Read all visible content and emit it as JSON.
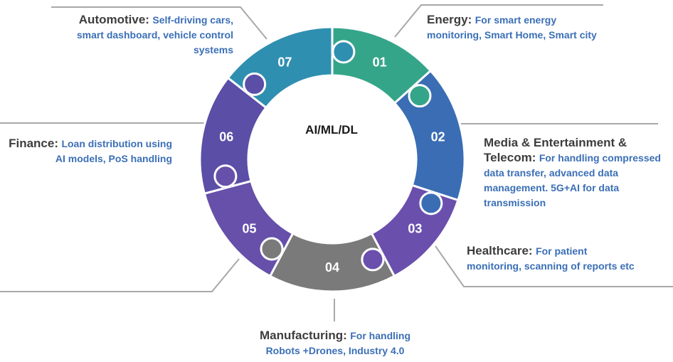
{
  "center": {
    "title": "AI/ML/DL"
  },
  "segments": [
    {
      "num": "01",
      "head": "Energy:",
      "desc": "For smart energy monitoring, Smart Home, Smart city",
      "color": "#35a58a"
    },
    {
      "num": "02",
      "head": "Media & Entertainment & Telecom:",
      "desc": "For handling compressed data transfer, advanced data management. 5G+AI for data transmission",
      "color": "#3a6db4"
    },
    {
      "num": "03",
      "head": "Healthcare:",
      "desc": "For patient monitoring, scanning of reports etc",
      "color": "#6a4fad"
    },
    {
      "num": "04",
      "head": "Manufacturing:",
      "desc": "For handling Robots +Drones, Industry 4.0",
      "color": "#7a7a7a"
    },
    {
      "num": "05",
      "head": "Finance:",
      "desc": "Loan distribution using AI models, PoS handling",
      "color": "#6650aa"
    },
    {
      "num": "06",
      "head": "",
      "desc": "",
      "color": "#5a4ea6"
    },
    {
      "num": "07",
      "head": "Automotive:",
      "desc": "Self-driving cars, smart dashboard, vehicle control systems",
      "color": "#2f8fb0"
    }
  ],
  "labels": {
    "energy": {
      "head": "Energy:",
      "desc": "For smart energy monitoring, Smart Home, Smart city"
    },
    "media": {
      "head": "Media & Entertainment & Telecom:",
      "desc": "For handling compressed data transfer, advanced data management. 5G+AI for data transmission"
    },
    "healthcare": {
      "head": "Healthcare:",
      "desc": "For patient monitoring, scanning of reports etc"
    },
    "manufacturing": {
      "head": "Manufacturing:",
      "desc": "For handling Robots +Drones, Industry 4.0"
    },
    "finance": {
      "head": "Finance:",
      "desc": "Loan distribution using AI models, PoS handling"
    },
    "automotive": {
      "head": "Automotive:",
      "desc": "Self-driving cars, smart dashboard, vehicle control systems"
    }
  },
  "colors": {
    "leader_line": "#a8a8a8",
    "heading": "#3d3d3d",
    "description": "#3b6fb6"
  }
}
